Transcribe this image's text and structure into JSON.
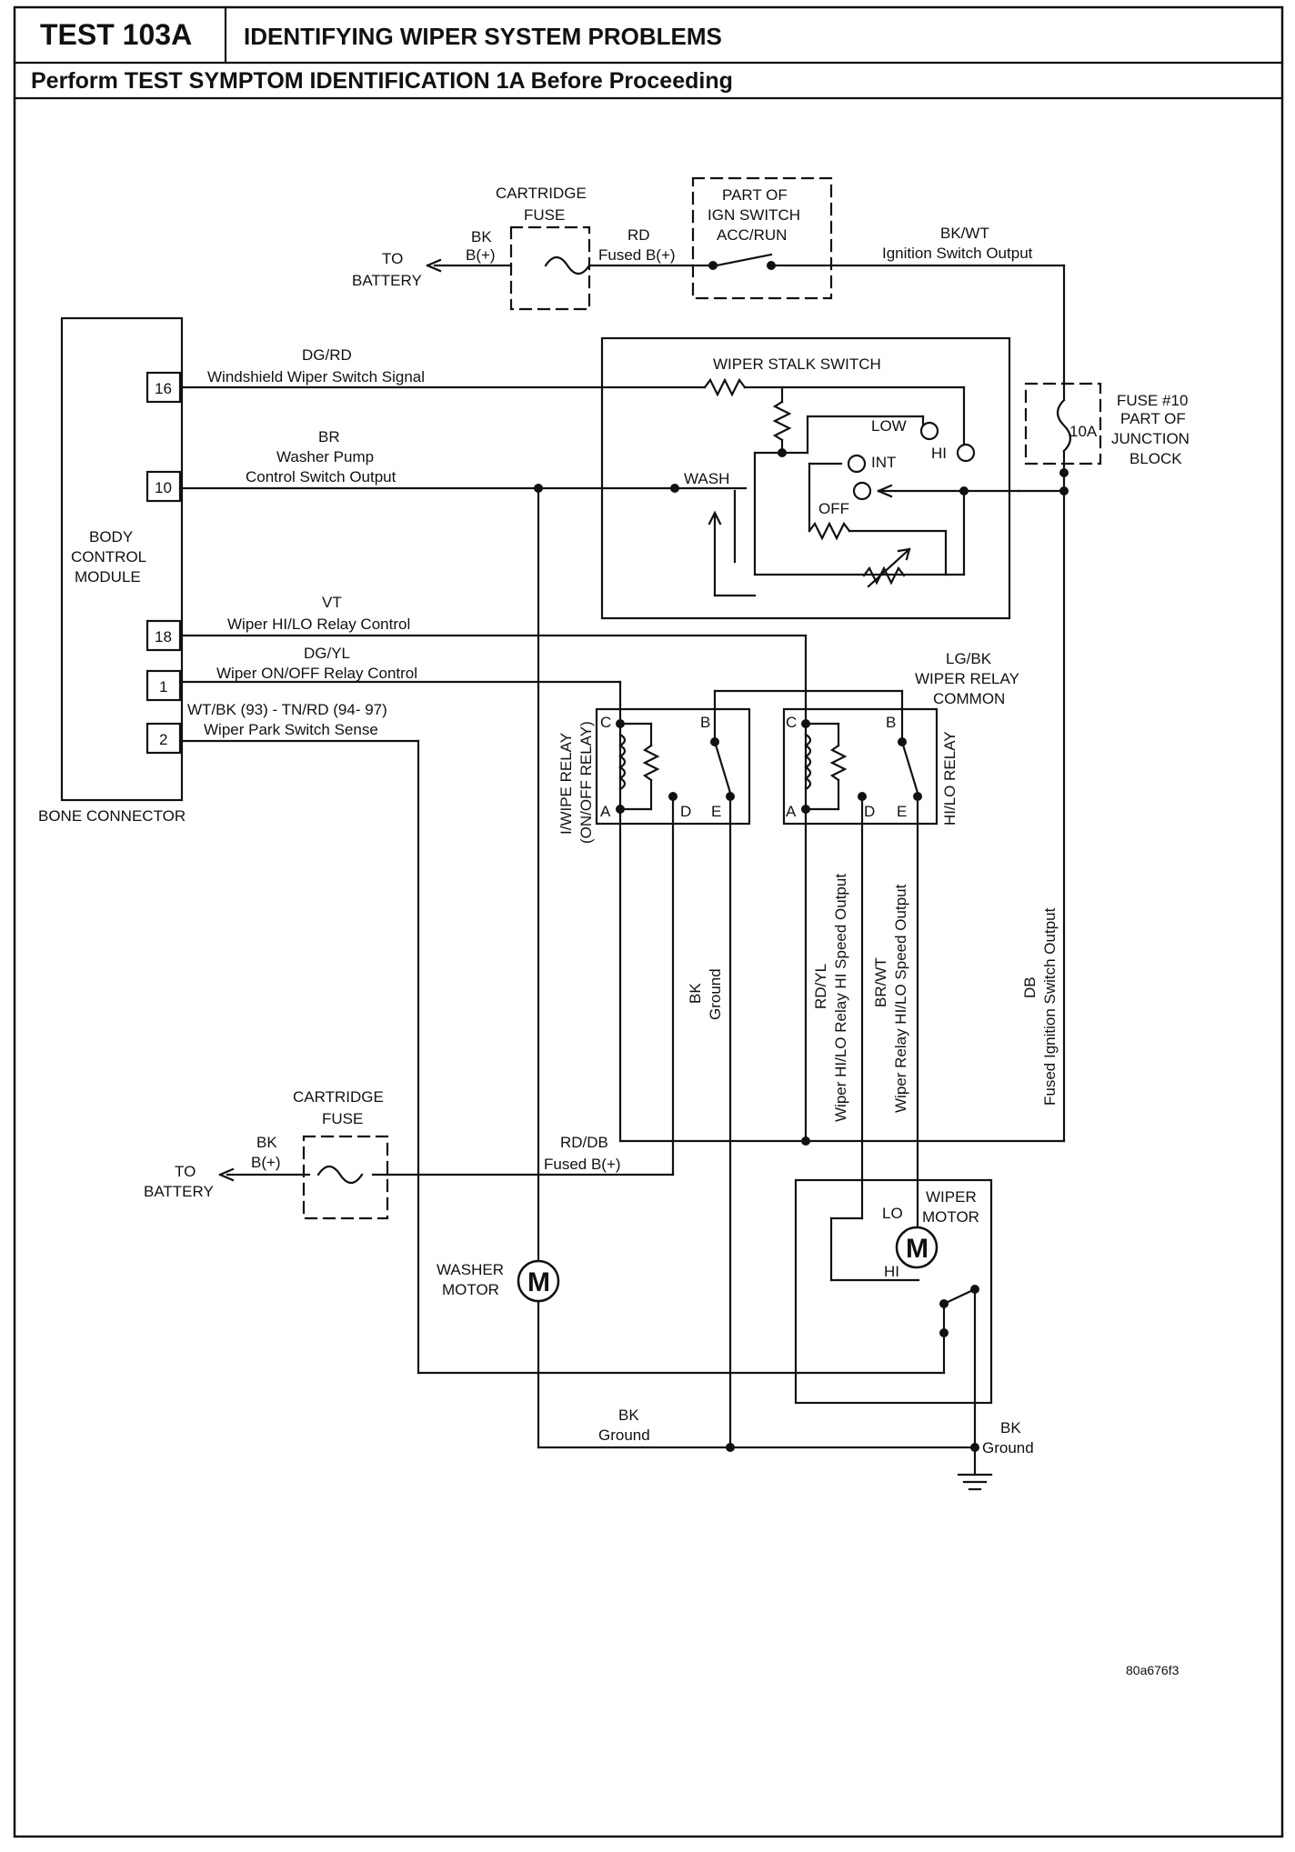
{
  "header": {
    "test_number": "TEST 103A",
    "title": "IDENTIFYING WIPER SYSTEM PROBLEMS",
    "subtitle": "Perform TEST SYMPTOM IDENTIFICATION 1A Before Proceeding"
  },
  "power_top": {
    "fuse_label": [
      "CARTRIDGE",
      "FUSE"
    ],
    "to_battery": [
      "TO",
      "BATTERY"
    ],
    "bk_wire": [
      "BK",
      "B(+)"
    ],
    "rd_wire": [
      "RD",
      "Fused B(+)"
    ],
    "ign_switch": [
      "PART OF",
      "IGN SWITCH",
      "ACC/RUN"
    ],
    "bkwt_wire": [
      "BK/WT",
      "Ignition Switch Output"
    ]
  },
  "bcm": {
    "label": [
      "BODY",
      "CONTROL",
      "MODULE"
    ],
    "connector": "BONE CONNECTOR",
    "pins": [
      "16",
      "10",
      "18",
      "1",
      "2"
    ]
  },
  "wires": {
    "pin16": [
      "DG/RD",
      "Windshield Wiper Switch Signal"
    ],
    "pin10": [
      "BR",
      "Washer Pump",
      "Control Switch Output"
    ],
    "pin18": [
      "VT",
      "Wiper HI/LO Relay Control"
    ],
    "pin1": [
      "DG/YL",
      "Wiper ON/OFF Relay Control"
    ],
    "pin2": [
      "WT/BK (93) - TN/RD (94- 97)",
      "Wiper Park Switch Sense"
    ],
    "lgbk_common": [
      "LG/BK",
      "WIPER RELAY",
      "COMMON"
    ],
    "bk_ground_vert": [
      "BK",
      "Ground"
    ],
    "rdyl": [
      "RD/YL",
      "Wiper HI/LO Relay HI Speed Output"
    ],
    "brwt": [
      "BR/WT",
      "Wiper Relay HI/LO Speed Output"
    ],
    "db": [
      "DB",
      "Fused Ignition Switch Output"
    ],
    "rddb": [
      "RD/DB",
      "Fused B(+)"
    ],
    "bk_ground_bottom": [
      "BK",
      "Ground"
    ],
    "bk_ground_right": [
      "BK",
      "Ground"
    ]
  },
  "wiper_stalk": {
    "title": "WIPER STALK SWITCH",
    "low": "LOW",
    "hi": "HI",
    "int": "INT",
    "off": "OFF",
    "wash": "WASH"
  },
  "fuse10": [
    "FUSE #10",
    "PART OF",
    "JUNCTION",
    "BLOCK"
  ],
  "fuse10_rating": "10A",
  "relays": {
    "onoff": [
      "I/WIPE RELAY",
      "(ON/OFF RELAY)"
    ],
    "hilo": "HI/LO RELAY",
    "terminals": [
      "C",
      "B",
      "A",
      "D",
      "E"
    ]
  },
  "power_bottom": {
    "fuse_label": [
      "CARTRIDGE",
      "FUSE"
    ],
    "to_battery": [
      "TO",
      "BATTERY"
    ],
    "bk_wire": [
      "BK",
      "B(+)"
    ]
  },
  "washer_motor": {
    "label": [
      "WASHER",
      "MOTOR"
    ],
    "symbol": "M"
  },
  "wiper_motor": {
    "label": [
      "WIPER",
      "MOTOR"
    ],
    "symbol": "M",
    "lo": "LO",
    "hi": "HI"
  },
  "figure_id": "80a676f3"
}
